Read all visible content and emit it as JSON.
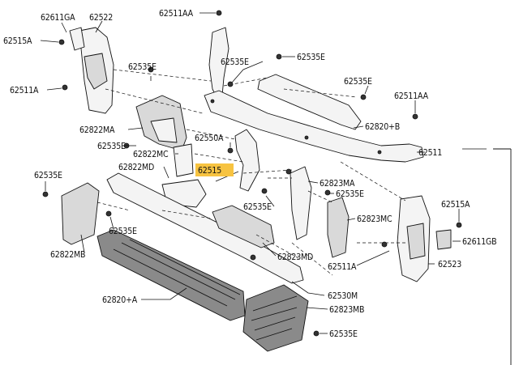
{
  "diagram": {
    "highlighted_part": "62515",
    "labels": [
      {
        "id": "l01",
        "text": "62611GA"
      },
      {
        "id": "l02",
        "text": "62522"
      },
      {
        "id": "l03",
        "text": "62511AA"
      },
      {
        "id": "l04",
        "text": "62515A"
      },
      {
        "id": "l05",
        "text": "62535E"
      },
      {
        "id": "l06",
        "text": "62535E"
      },
      {
        "id": "l07",
        "text": "62511A"
      },
      {
        "id": "l08",
        "text": "62535E"
      },
      {
        "id": "l09",
        "text": "62535E"
      },
      {
        "id": "l10",
        "text": "62511AA"
      },
      {
        "id": "l11",
        "text": "62822MA"
      },
      {
        "id": "l12",
        "text": "62820+B"
      },
      {
        "id": "l13",
        "text": "62550A"
      },
      {
        "id": "l14",
        "text": "62535E"
      },
      {
        "id": "l15",
        "text": "62822MC"
      },
      {
        "id": "l16",
        "text": "62511"
      },
      {
        "id": "l17",
        "text": "62822MD"
      },
      {
        "id": "l18",
        "text": "62515"
      },
      {
        "id": "l19",
        "text": "62535E"
      },
      {
        "id": "l20",
        "text": "62823MA"
      },
      {
        "id": "l21",
        "text": "62535E"
      },
      {
        "id": "l22",
        "text": "62535E"
      },
      {
        "id": "l23",
        "text": "62515A"
      },
      {
        "id": "l24",
        "text": "62823MC"
      },
      {
        "id": "l25",
        "text": "62535E"
      },
      {
        "id": "l26",
        "text": "62611GB"
      },
      {
        "id": "l27",
        "text": "62822MB"
      },
      {
        "id": "l28",
        "text": "62823MD"
      },
      {
        "id": "l29",
        "text": "62511A"
      },
      {
        "id": "l30",
        "text": "62523"
      },
      {
        "id": "l31",
        "text": "62820+A"
      },
      {
        "id": "l32",
        "text": "62530M"
      },
      {
        "id": "l33",
        "text": "62823MB"
      },
      {
        "id": "l34",
        "text": "62535E"
      }
    ]
  }
}
